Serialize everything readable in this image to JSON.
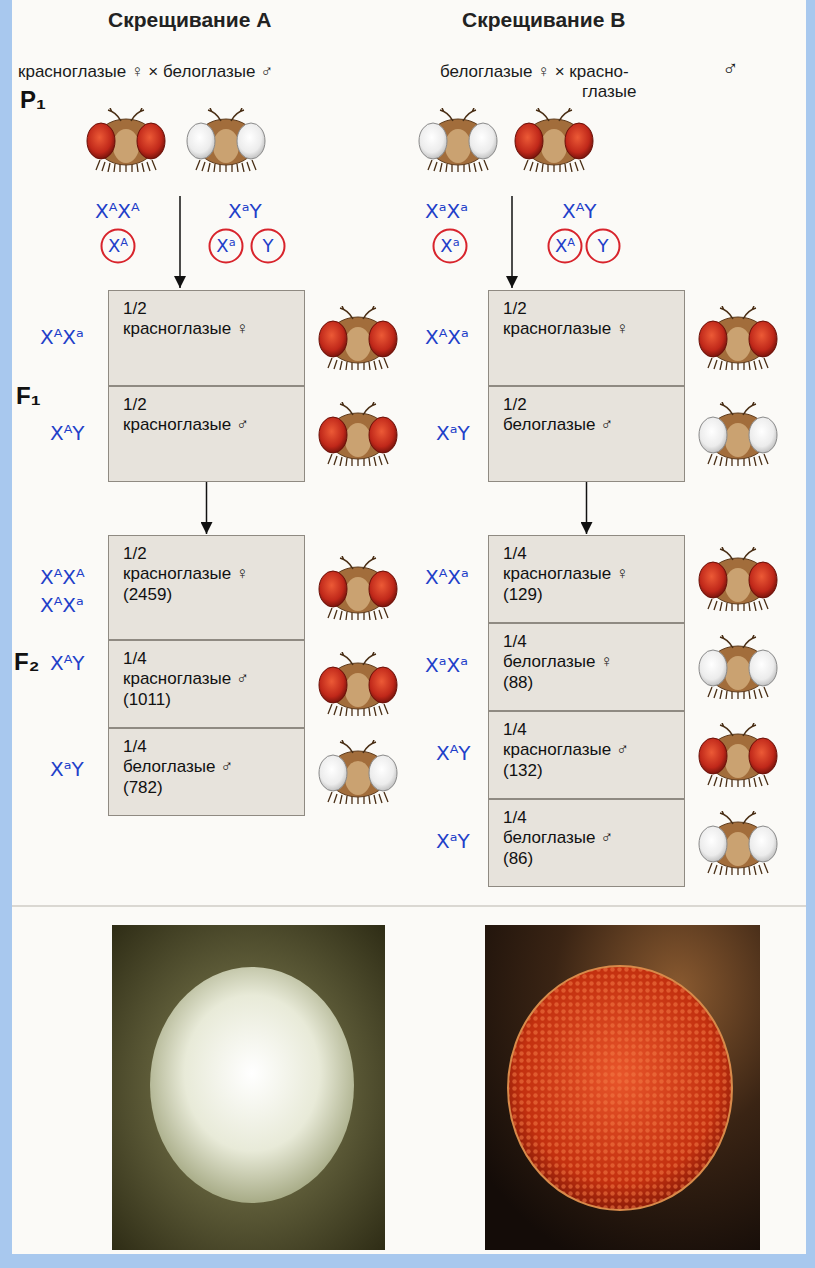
{
  "diagram": {
    "nodes": [
      {
        "text": [
          "Xᴬ"
        ]
      },
      {
        "text": [
          "Xᵃ"
        ]
      },
      {
        "text": [
          "Y"
        ]
      },
      {
        "text": [
          "Xᵃ"
        ]
      },
      {
        "text": [
          "Xᴬ"
        ]
      },
      {
        "text": [
          "Y"
        ]
      },
      {
        "text": [
          "1/2",
          "красноглазые ♀"
        ]
      },
      {
        "text": [
          "1/2",
          "красноглазые ♀"
        ]
      },
      {
        "text": [
          "1/2",
          "красноглазые ♂"
        ]
      },
      {
        "text": [
          "1/2",
          "белоглазые ♂"
        ]
      },
      {
        "text": [
          "1/2",
          "красноглазые ♀",
          "(2459)"
        ]
      },
      {
        "text": [
          "1/4",
          "красноглазые ♀",
          "(129)"
        ]
      },
      {
        "text": [
          "1/4",
          "красноглазые ♂",
          "(1011)"
        ]
      },
      {
        "text": [
          "1/4",
          "белоглазые ♀",
          "(88)"
        ]
      },
      {
        "text": [
          "1/4",
          "белоглазые ♂",
          "(782)"
        ]
      },
      {
        "text": [
          "1/4",
          "красноглазые ♂",
          "(132)"
        ]
      },
      {
        "text": [
          "1/4",
          "белоглазые ♂",
          "(86)"
        ]
      }
    ],
    "edges": [
      {
        "from": 8,
        "to": 10,
        "arrow": "to"
      },
      {
        "from": 9,
        "to": 11,
        "arrow": "to"
      }
    ],
    "labels": [
      "Скрещивание А",
      "Скрещивание В",
      "красноглазые ♀ × белоглазые ♂",
      "P₁",
      "белоглазые ♀ × красно-",
      "♂",
      "глазые",
      "XᴬXᴬ",
      "XᵃY",
      "XᵃXᵃ",
      "XᴬY",
      "F₁",
      "XᴬXᵃ",
      "XᴬY",
      "XᴬXᵃ",
      "XᵃY",
      "XᴬXᴬ",
      "XᴬXᵃ",
      "F₂",
      "XᴬY",
      "XᵃY",
      "XᴬXᵃ",
      "XᵃXᵃ",
      "XᴬY",
      "XᵃY"
    ]
  }
}
